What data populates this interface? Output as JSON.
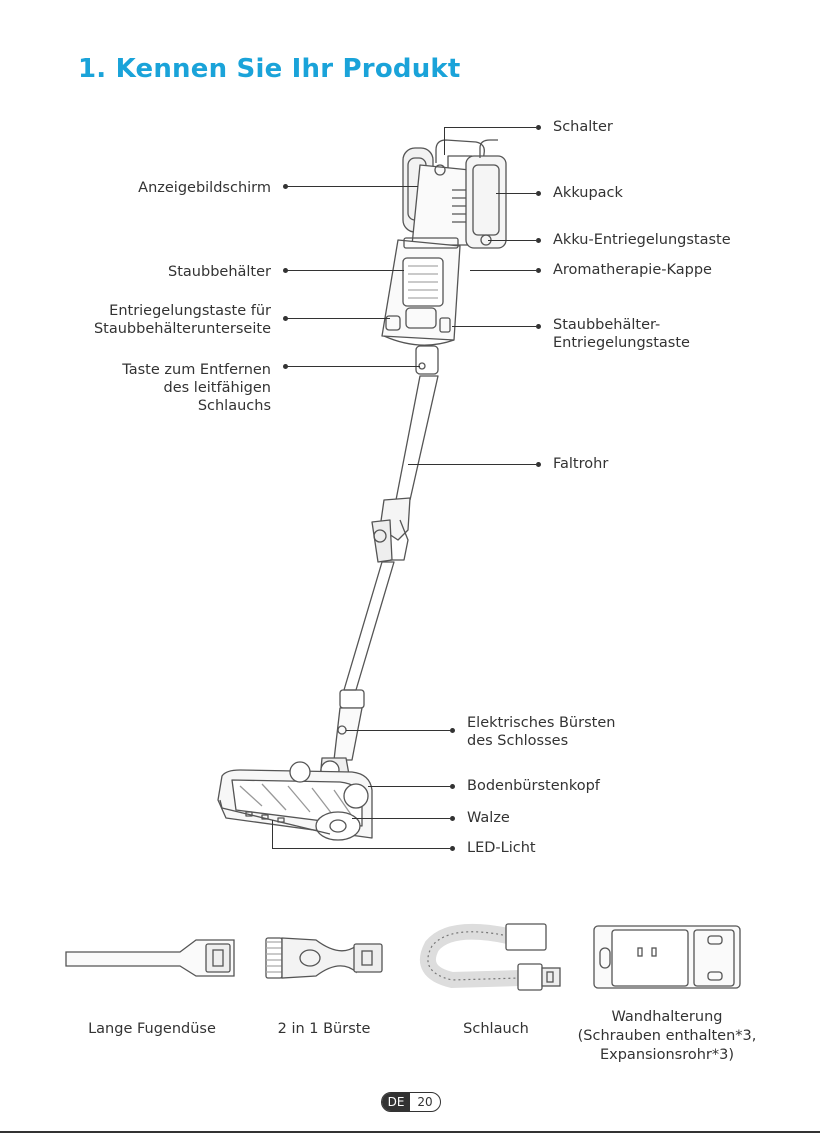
{
  "heading": "1. Kennen Sie Ihr Produkt",
  "labels_left": {
    "display": "Anzeigebildschirm",
    "dust_bin": "Staubbehälter",
    "bin_bottom_release_l1": "Entriegelungstaste für",
    "bin_bottom_release_l2": "Staubbehälterunterseite",
    "hose_button_l1": "Taste zum Entfernen",
    "hose_button_l2": "des leitfähigen",
    "hose_button_l3": "Schlauchs"
  },
  "labels_right": {
    "switch": "Schalter",
    "battery": "Akkupack",
    "battery_release": "Akku-Entriegelungstaste",
    "aroma_cap": "Aromatherapie-Kappe",
    "bin_release_l1": "Staubbehälter-",
    "bin_release_l2": "Entriegelungstaste",
    "tube": "Faltrohr",
    "brush_lock_l1": "Elektrisches Bürsten",
    "brush_lock_l2": "des Schlosses",
    "floor_head": "Bodenbürstenkopf",
    "roller": "Walze",
    "led": "LED-Licht"
  },
  "accessories": {
    "crevice": "Lange Fugendüse",
    "brush": "2 in 1 Bürste",
    "hose": "Schlauch",
    "mount_l1": "Wandhalterung",
    "mount_l2": "(Schrauben enthalten*3,",
    "mount_l3": "Expansionsrohr*3)"
  },
  "page": {
    "lang": "DE",
    "number": "20"
  },
  "colors": {
    "accent": "#1aa3d9",
    "text": "#333333"
  }
}
